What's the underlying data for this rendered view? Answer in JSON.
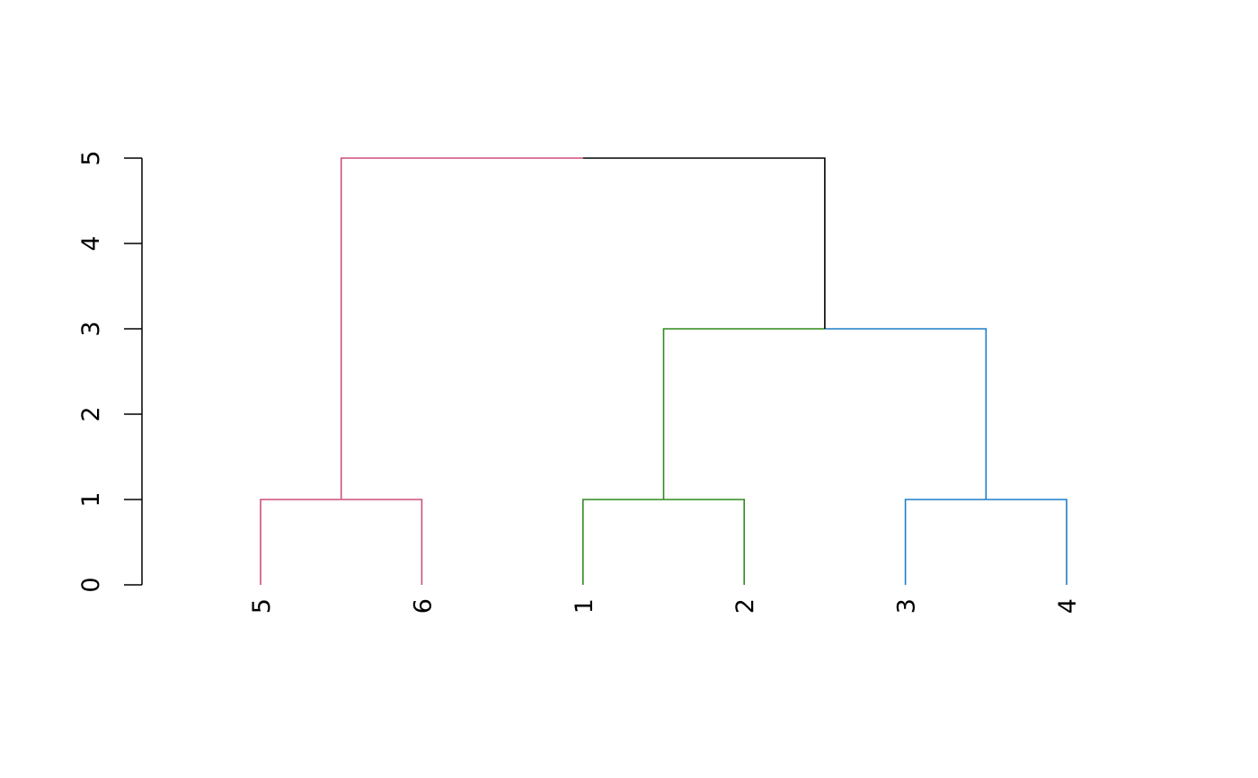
{
  "chart_data": {
    "type": "dendrogram",
    "title": "",
    "xlabel": "",
    "ylabel": "",
    "ylim": [
      0,
      5
    ],
    "y_ticks": [
      0,
      1,
      2,
      3,
      4,
      5
    ],
    "leaves": [
      "5",
      "6",
      "1",
      "2",
      "3",
      "4"
    ],
    "merges": [
      {
        "id": "m56",
        "children": [
          "5",
          "6"
        ],
        "height": 1,
        "color": "#cd4f7e"
      },
      {
        "id": "m12",
        "children": [
          "1",
          "2"
        ],
        "height": 1,
        "color": "#2e8b1f"
      },
      {
        "id": "m34",
        "children": [
          "3",
          "4"
        ],
        "height": 1,
        "color": "#1f7fc8"
      },
      {
        "id": "m1234",
        "children": [
          "m12",
          "m34"
        ],
        "height": 3,
        "colors": [
          "#2e8b1f",
          "#1f7fc8"
        ]
      },
      {
        "id": "root",
        "children": [
          "m56",
          "m1234"
        ],
        "height": 5,
        "colors": [
          "#cd4f7e",
          "#000000"
        ]
      }
    ],
    "colors": {
      "axis": "#000000",
      "cluster_56": "#cd4f7e",
      "cluster_12": "#2e8b1f",
      "cluster_34": "#1f7fc8"
    }
  }
}
